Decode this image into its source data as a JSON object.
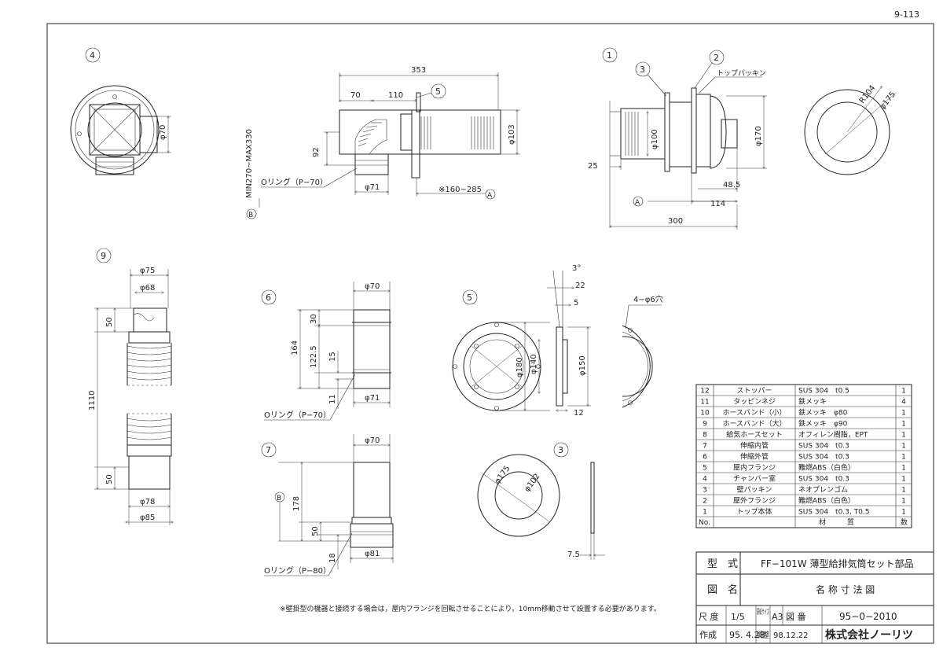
{
  "page_number": "9-113",
  "views": {
    "v4": {
      "num": "4",
      "dim_d70": "φ70"
    },
    "v1": {
      "num": "1",
      "num_3": "3",
      "num_2": "2",
      "label_top_packing": "トップパッキン",
      "dim_r104": "R104",
      "dim_d175": "φ175",
      "dim_d100": "φ100",
      "dim_d170": "φ170",
      "dim_25": "25",
      "dim_48_5": "48.5",
      "dim_114": "114",
      "dim_300": "300",
      "ref_a": "A"
    },
    "assembly": {
      "dim_353": "353",
      "dim_70": "70",
      "dim_110": "110",
      "num_5": "5",
      "dim_d103": "φ103",
      "dim_92": "92",
      "label_oring_p70": "Oリング（P−70）",
      "dim_d71": "φ71",
      "dim_range": "※160∼285",
      "ref_a": "A",
      "dim_min_max": "MIN270∼MAX330",
      "ref_b": "B"
    },
    "v9": {
      "num": "9",
      "dim_d75": "φ75",
      "dim_d68": "φ68",
      "dim_50_top": "50",
      "dim_1110": "1110",
      "dim_50_bottom": "50",
      "dim_d78": "φ78",
      "dim_d85": "φ85"
    },
    "v6": {
      "num": "6",
      "dim_d70": "φ70",
      "dim_30": "30",
      "dim_164": "164",
      "dim_122_5": "122.5",
      "dim_15": "15",
      "dim_11": "11",
      "label_oring": "Oリング（P−70）",
      "dim_d71": "φ71"
    },
    "v5": {
      "num": "5",
      "dim_3deg": "3°",
      "dim_22": "22",
      "dim_5": "5",
      "dim_d180": "φ180",
      "dim_d140": "φ140",
      "dim_d150": "φ150",
      "dim_12": "12",
      "label_holes": "4−φ6穴"
    },
    "v7": {
      "num": "7",
      "dim_d70": "φ70",
      "ref_b": "B",
      "dim_178": "178",
      "dim_50": "50",
      "dim_18": "18",
      "label_oring": "Oリング（P−80）",
      "dim_d81": "φ81"
    },
    "v3": {
      "num": "3",
      "dim_d175": "φ175",
      "dim_d102": "φ102",
      "dim_7_5": "7.5"
    }
  },
  "parts_table": {
    "rows": [
      {
        "no": "12",
        "name": "ストッパー",
        "material": "SUS 304　t0.5",
        "qty": "1"
      },
      {
        "no": "11",
        "name": "タッピンネジ",
        "material": "鉄メッキ",
        "qty": "4"
      },
      {
        "no": "10",
        "name": "ホースバンド（小）",
        "material": "鉄メッキ　φ80",
        "qty": "1"
      },
      {
        "no": "9",
        "name": "ホースバンド（大）",
        "material": "鉄メッキ　φ90",
        "qty": "1"
      },
      {
        "no": "8",
        "name": "給気ホースセット",
        "material": "オフィレン樹脂，EPT",
        "qty": "1"
      },
      {
        "no": "7",
        "name": "伸縮内管",
        "material": "SUS 304　t0.3",
        "qty": "1"
      },
      {
        "no": "6",
        "name": "伸縮外管",
        "material": "SUS 304　t0.3",
        "qty": "1"
      },
      {
        "no": "5",
        "name": "屋内フランジ",
        "material": "難燃ABS（白色）",
        "qty": "1"
      },
      {
        "no": "4",
        "name": "チャンバー室",
        "material": "SUS 304　t0.3",
        "qty": "1"
      },
      {
        "no": "3",
        "name": "壁パッキン",
        "material": "ネオプレンゴム",
        "qty": "1"
      },
      {
        "no": "2",
        "name": "屋外フランジ",
        "material": "難燃ABS（白色）",
        "qty": "1"
      },
      {
        "no": "1",
        "name": "トップ本体",
        "material": "SUS 304　t0.3, T0.5",
        "qty": "1"
      }
    ],
    "header": {
      "no": "No.",
      "material": "材　　　質",
      "qty": "数"
    }
  },
  "title_block": {
    "model_label": "型　式",
    "model_value": "FF−101W 薄型給排気筒セット部品",
    "drawing_label": "図　名",
    "drawing_value": "名 称 寸 法 図",
    "scale_label": "尺 度",
    "scale_value": "1/5",
    "paper_label": "原紙サイズ",
    "paper_value": "A3",
    "number_label": "図 番",
    "number_value": "95−0−2010",
    "made_label": "作成",
    "made_date": "95. 4.28",
    "revised_label": "調整",
    "revised_date": "98.12.22",
    "company": "株式会社ノーリツ"
  },
  "footnote": "※壁掛型の機器と接続する場合は，屋内フランジを回転させることにより，10mm移動させて設置する必要があります。"
}
